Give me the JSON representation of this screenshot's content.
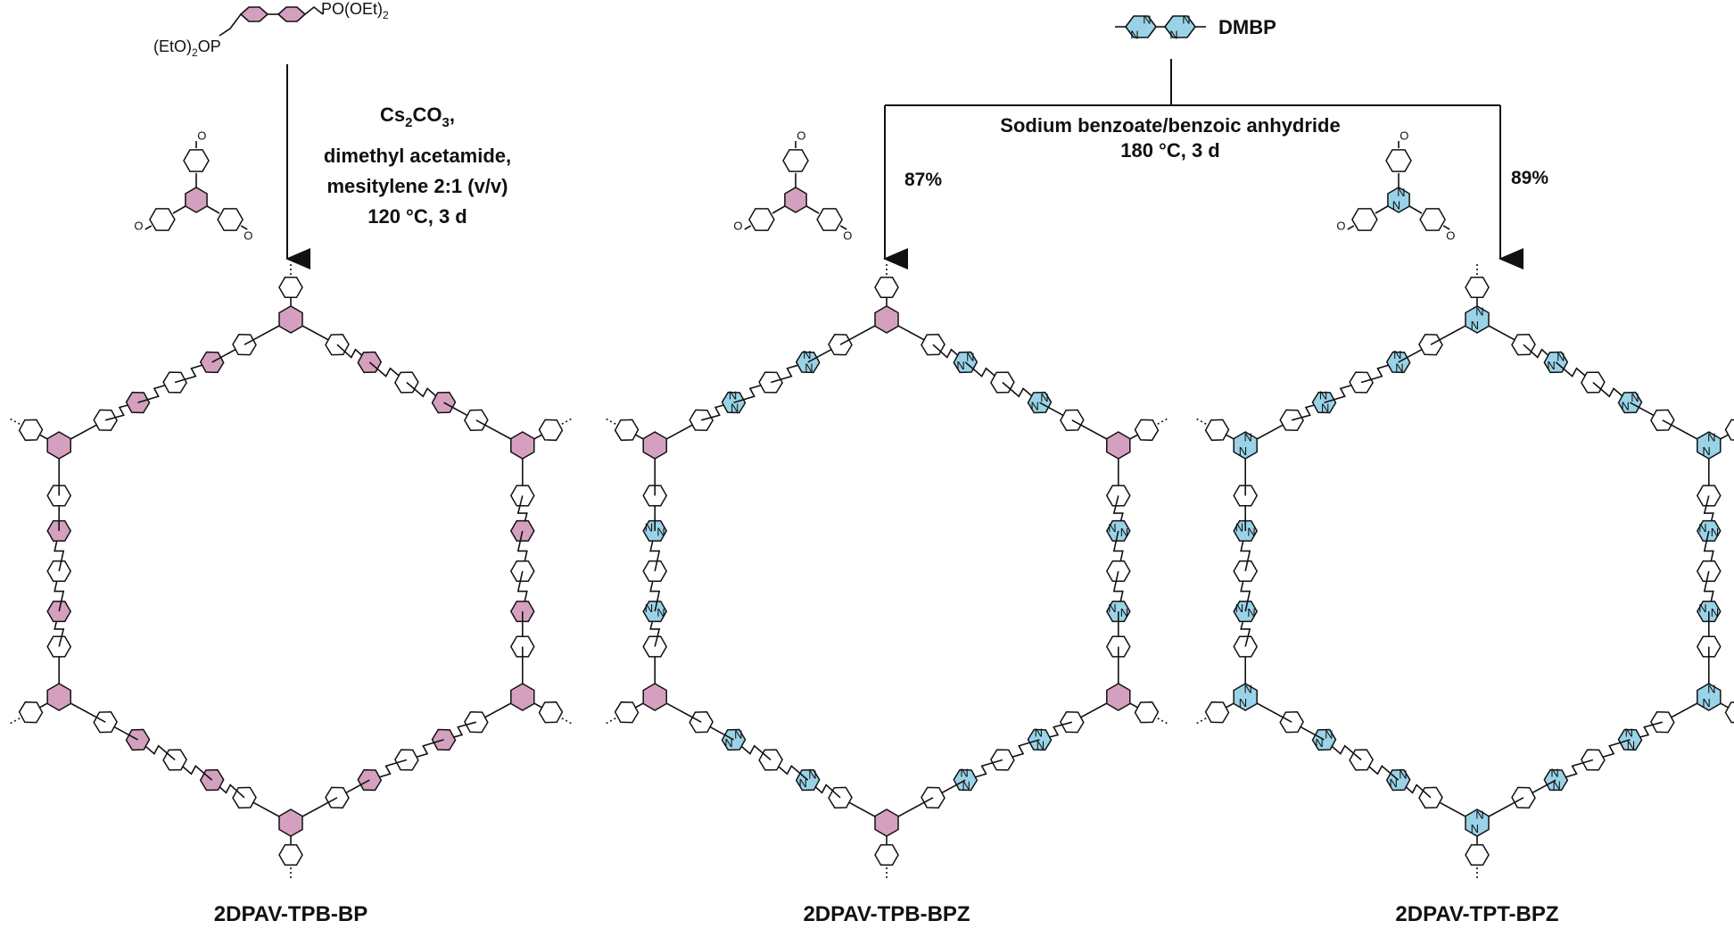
{
  "colors": {
    "pink_ring": "#d5a0c0",
    "blue_ring": "#9ad3e8",
    "line": "#111111"
  },
  "reagents": {
    "phosphonate_left": "(EtO)",
    "phosphonate_left_sub": "2",
    "phosphonate_left_end": "OP",
    "phosphonate_right": "PO(OEt)",
    "phosphonate_right_sub": "2",
    "dmbp_label": "DMBP",
    "aldehyde_o": "O"
  },
  "conditions_left": {
    "line1": "Cs",
    "line1_sub1": "2",
    "line1_mid": "CO",
    "line1_sub2": "3",
    "line1_end": ",",
    "line2": "dimethyl acetamide,",
    "line3": "mesitylene 2:1 (v/v)",
    "line4": "120 °C, 3 d"
  },
  "conditions_right": {
    "line1": "Sodium benzoate/benzoic anhydride",
    "line2": "180 °C, 3 d",
    "yield_left": "87%",
    "yield_right": "89%"
  },
  "heteroatom": "N",
  "products": [
    {
      "id": "tpb-bp",
      "name": "2DPAV-TPB-BP"
    },
    {
      "id": "tpb-bpz",
      "name": "2DPAV-TPB-BPZ"
    },
    {
      "id": "tpt-bpz",
      "name": "2DPAV-TPT-BPZ"
    }
  ]
}
